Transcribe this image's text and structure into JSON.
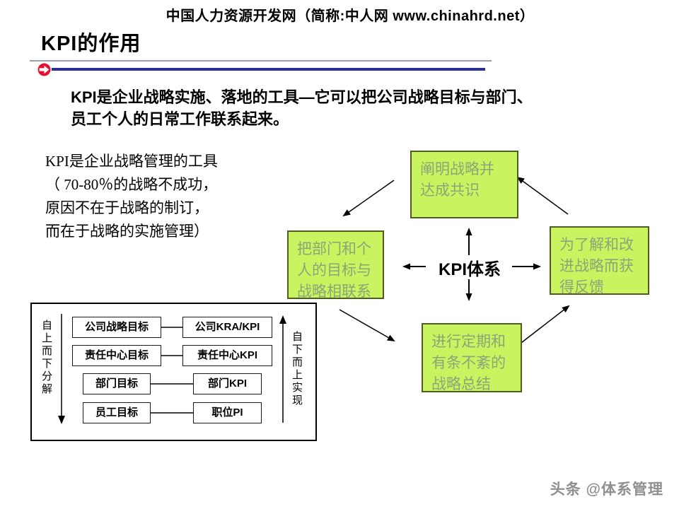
{
  "page": {
    "header": "中国人力资源开发网（简称:中人网 www.chinahrd.net）",
    "title": "KPI的作用",
    "watermark": "头条 @体系管理"
  },
  "intro": {
    "line1": "KPI是企业战略实施、落地的工具—它可以把公司战略目标与部门、",
    "line2": "员工个人的日常工作联系起来。"
  },
  "side_note": {
    "lines": [
      "KPI是企业战略管理的工具",
      "（ 70-80％的战略不成功，",
      "原因不在于战略的制订，",
      "而在于战略的实施管理）"
    ]
  },
  "cycle": {
    "center": "KPI体系",
    "top": "阐明战略并达成共识",
    "left": "把部门和个人的目标与战略相联系",
    "right": "为了解和改进战略而获得反馈",
    "bottom": "进行定期和有条不紊的战略总结"
  },
  "cascade": {
    "left_axis": "自上而下分解",
    "right_axis": "自下而上实现",
    "rows": [
      {
        "goal": "公司战略目标",
        "kpi": "公司KRA/KPI"
      },
      {
        "goal": "责任中心目标",
        "kpi": "责任中心KPI"
      },
      {
        "goal": "部门目标",
        "kpi": "部门KPI"
      },
      {
        "goal": "员工目标",
        "kpi": "职位PI"
      }
    ]
  },
  "colors": {
    "box_fill": "#c9f45f",
    "box_border": "#4f5b22",
    "box_text": "#8ba478",
    "divider_navy": "#2d3191",
    "divider_gray": "#9c9cae",
    "icon_red": "#e60f2e"
  }
}
